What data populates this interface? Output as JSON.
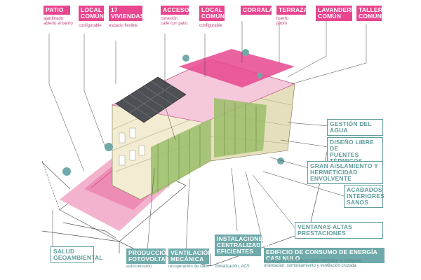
{
  "top_labels": [
    {
      "title": "PATIO",
      "sub": "ajardinado\nabierto al barrio"
    },
    {
      "title": "LOCAL\nCOMÚN",
      "sub": "configurable"
    },
    {
      "title": "17\nVIVIENDAS",
      "sub": "espacio flexible"
    },
    {
      "title": "ACCESO",
      "sub": "conexión\ncalle con patio"
    },
    {
      "title": "LOCAL\nCOMÚN",
      "sub": "configurable"
    },
    {
      "title": "CORRALAS",
      "sub": ""
    },
    {
      "title": "TERRAZA",
      "sub": "huerto\njardín"
    },
    {
      "title": "LAVANDERÍA\nCOMÚN",
      "sub": ""
    },
    {
      "title": "TALLER\nCOMÚN",
      "sub": ""
    }
  ],
  "right_labels": [
    {
      "title": "GESTIÓN DEL AGUA"
    },
    {
      "title": "DISEÑO LIBRE DE\nPUENTES TÉRMICOS"
    },
    {
      "title": "GRAN AISLAMIENTO Y\nHERMETICIDAD ENVOLVENTE"
    },
    {
      "title": "ACABADOS\nINTERIORES\nSANOS"
    },
    {
      "title": "VENTANAS ALTAS PRESTACIONES"
    }
  ],
  "bottom_labels": [
    {
      "title": "SALUD\nGEOAMBIENTAL",
      "sub": ""
    },
    {
      "title": "PRODUCCIÓN\nFOTOVOLTAICA",
      "sub": "autoconsumo"
    },
    {
      "title": "VENTILACIÓN\nMECÁNICA",
      "sub": "recuperación de calor"
    },
    {
      "title": "INSTALACIONES\nCENTRALIZADAS\nEFICIENTES",
      "sub": "climatización, ACS"
    },
    {
      "title": "EDIFICIO DE CONSUMO DE ENERGÍA CASI NULO",
      "sub": "estrategias bioclimáticas para minimizar el consumo:\norientación, sombreamiento y ventilación cruzada"
    }
  ],
  "colors": {
    "pink": "#e8468f",
    "teal": "#6fa9a9",
    "facade": "#f1ecd2",
    "green": "#9bbf6a"
  }
}
